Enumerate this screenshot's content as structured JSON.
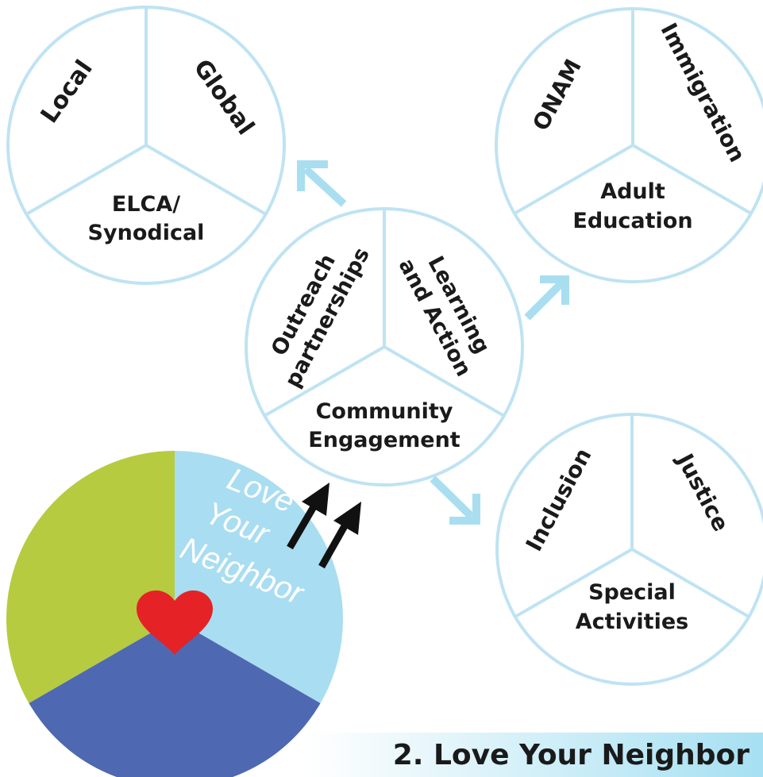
{
  "colors": {
    "ring": "#bfe3f2",
    "arrow_light": "#a9def1",
    "arrow_dark": "#111111",
    "green": "#b6cb3f",
    "blue": "#4e69b2",
    "light_blue": "#a9ddf1",
    "heart": "#e52225",
    "banner_from": "#ffffff",
    "banner_to": "#a6e0f2"
  },
  "circles": {
    "top_left": {
      "left": "Local",
      "right": "Global",
      "bottom": [
        "ELCA/",
        "Synodical"
      ]
    },
    "top_right": {
      "left": "ONAM",
      "right": "Immigration",
      "bottom": [
        "Adult",
        "Education"
      ]
    },
    "center": {
      "left": [
        "Outreach",
        "partnerships"
      ],
      "right": [
        "Learning",
        "and Action"
      ],
      "bottom": [
        "Community",
        "Engagement"
      ]
    },
    "bottom_right": {
      "left": "Inclusion",
      "right": "Justice",
      "bottom": [
        "Special",
        "Activities"
      ]
    }
  },
  "pie": {
    "watermark": [
      "Love",
      "Your",
      "Neighbor"
    ]
  },
  "banner": {
    "title": "2. Love Your Neighbor"
  }
}
